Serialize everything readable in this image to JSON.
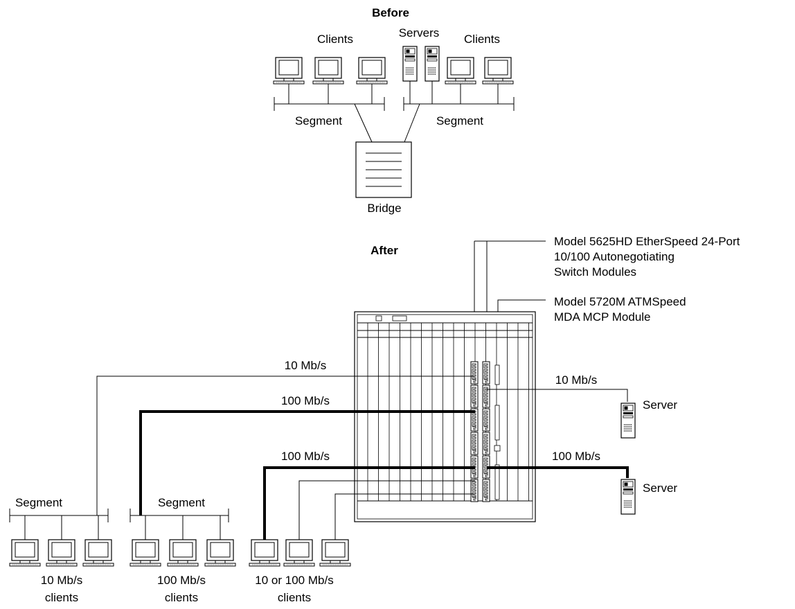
{
  "before": {
    "title": "Before",
    "clients_left_label": "Clients",
    "servers_label": "Servers",
    "clients_right_label": "Clients",
    "segment_left_label": "Segment",
    "segment_right_label": "Segment",
    "bridge_label": "Bridge"
  },
  "after": {
    "title": "After",
    "callout_5625": [
      "Model 5625HD EtherSpeed 24-Port",
      "10/100 Autonegotiating",
      "Switch Modules"
    ],
    "callout_5720": [
      "Model 5720M ATMSpeed",
      "MDA MCP Module"
    ],
    "link_10_left": "10 Mb/s",
    "link_100_left": "100 Mb/s",
    "link_100_lower": "100 Mb/s",
    "link_10_right": "10 Mb/s",
    "link_100_right": "100 Mb/s",
    "server_top_label": "Server",
    "server_bottom_label": "Server",
    "segment_1_label": "Segment",
    "segment_2_label": "Segment",
    "group_1_label": [
      "10 Mb/s",
      "clients"
    ],
    "group_2_label": [
      "100 Mb/s",
      "clients"
    ],
    "group_3_label": [
      "10 or 100 Mb/s",
      "clients"
    ]
  }
}
